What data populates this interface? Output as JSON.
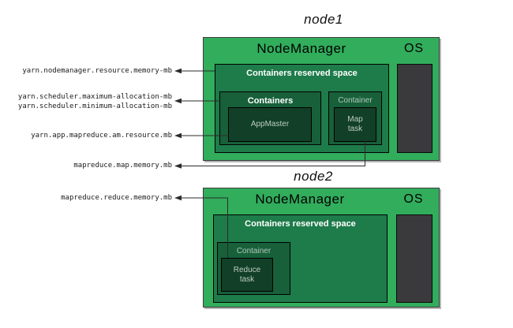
{
  "colors": {
    "node_green": "#31ad5c",
    "reserved_green": "#1e7b4a",
    "container_green": "#17603a",
    "task_green": "#123f27",
    "os_gray": "#3a3a3c"
  },
  "config_labels": [
    "yarn.nodemanager.resource.memory-mb",
    "yarn.scheduler.maximum-allocation-mb",
    "yarn.scheduler.minimum-allocation-mb",
    "yarn.app.mapreduce.am.resource.mb",
    "mapreduce.map.memory.mb",
    "mapreduce.reduce.memory.mb"
  ],
  "node1": {
    "title": "node1",
    "nodemanager_label": "NodeManager",
    "os_label": "OS",
    "reserved_label": "Containers reserved space",
    "containers_label": "Containers",
    "appmaster_label": "AppMaster",
    "container_label": "Container",
    "map_task_label": "Map\ntask"
  },
  "node2": {
    "title": "node2",
    "nodemanager_label": "NodeManager",
    "os_label": "OS",
    "reserved_label": "Containers reserved space",
    "container_label": "Container",
    "reduce_task_label": "Reduce\ntask"
  }
}
